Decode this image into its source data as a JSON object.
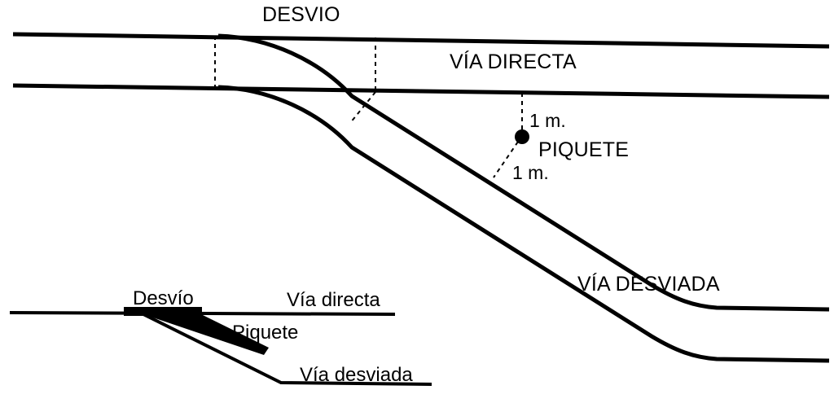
{
  "figure": {
    "title_labels": {
      "desvio": "DESVIO",
      "via_directa": "VÍA DIRECTA",
      "via_desviada": "VÍA DESVIADA",
      "piquete": "PIQUETE"
    },
    "measurements": {
      "top": "1 m.",
      "bottom": "1 m."
    },
    "colors": {
      "ink": "#000000",
      "background": "#ffffff"
    }
  },
  "inset": {
    "labels": {
      "desvio": "Desvío",
      "via_directa": "Vía directa",
      "via_desviada": "Vía desviada",
      "piquete": "Piquete"
    }
  }
}
